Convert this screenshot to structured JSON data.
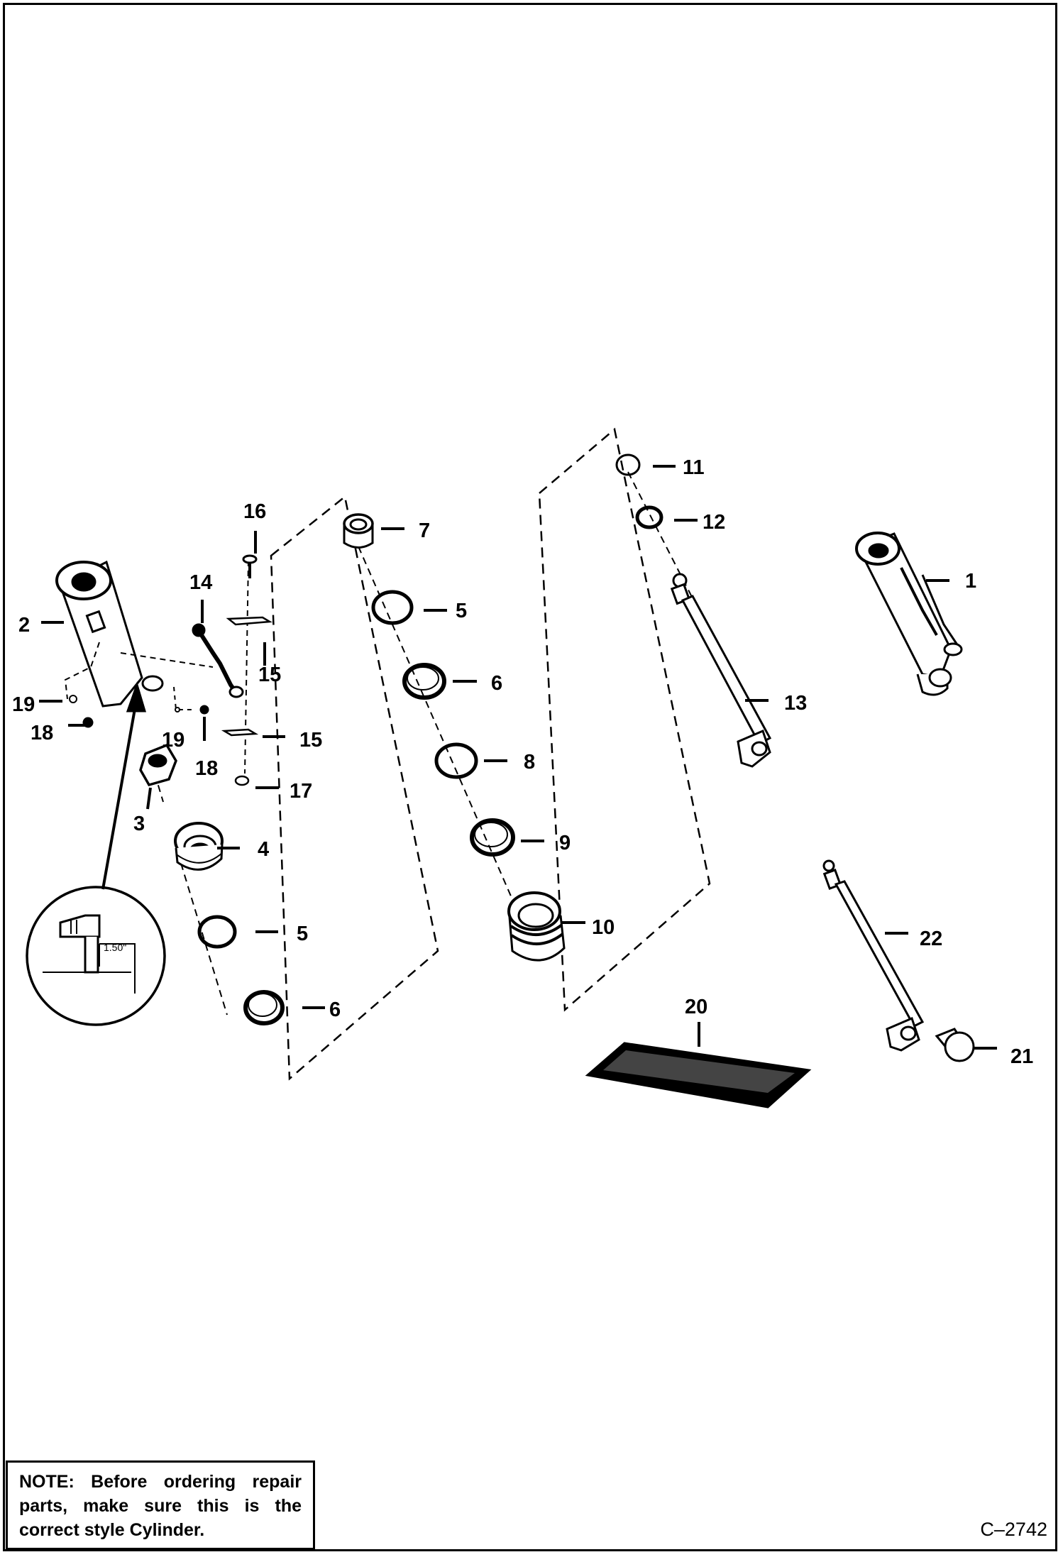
{
  "callouts": [
    {
      "id": "1",
      "text": "1"
    },
    {
      "id": "2",
      "text": "2"
    },
    {
      "id": "3",
      "text": "3"
    },
    {
      "id": "4",
      "text": "4"
    },
    {
      "id": "5a",
      "text": "5"
    },
    {
      "id": "5b",
      "text": "5"
    },
    {
      "id": "6a",
      "text": "6"
    },
    {
      "id": "6b",
      "text": "6"
    },
    {
      "id": "7",
      "text": "7"
    },
    {
      "id": "8",
      "text": "8"
    },
    {
      "id": "9",
      "text": "9"
    },
    {
      "id": "10",
      "text": "10"
    },
    {
      "id": "11",
      "text": "11"
    },
    {
      "id": "12",
      "text": "12"
    },
    {
      "id": "13",
      "text": "13"
    },
    {
      "id": "14",
      "text": "14"
    },
    {
      "id": "15a",
      "text": "15"
    },
    {
      "id": "15b",
      "text": "15"
    },
    {
      "id": "16",
      "text": "16"
    },
    {
      "id": "17",
      "text": "17"
    },
    {
      "id": "18a",
      "text": "18"
    },
    {
      "id": "18b",
      "text": "18"
    },
    {
      "id": "19a",
      "text": "19"
    },
    {
      "id": "19b",
      "text": "19"
    },
    {
      "id": "20",
      "text": "20"
    },
    {
      "id": "21",
      "text": "21"
    },
    {
      "id": "22",
      "text": "22"
    }
  ],
  "detail_dimension": "1.50\"",
  "note": {
    "label": "NOTE:",
    "text": " Before ordering repair parts, make sure this is the correct style Cylinder."
  },
  "drawing_code": "C–2742"
}
